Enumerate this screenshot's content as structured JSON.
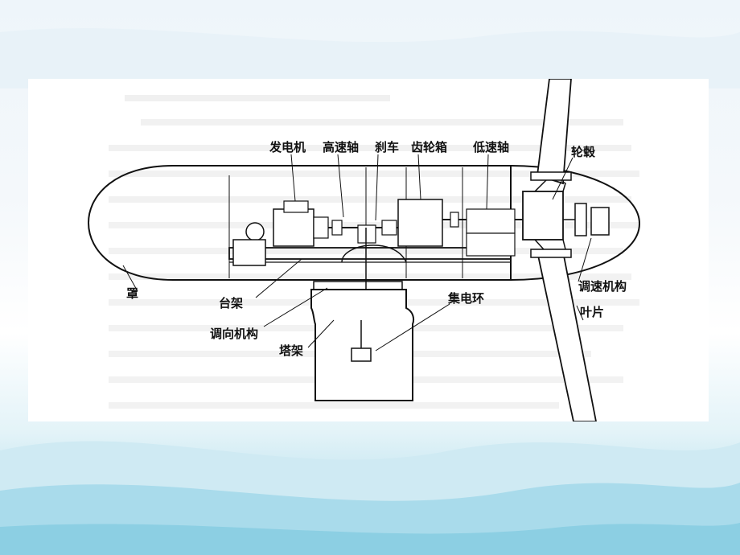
{
  "slide": {
    "accent_colors": {
      "wave_light": "#cfeaf3",
      "wave_dark": "#8ccfe3",
      "line": "#111111"
    }
  },
  "diagram": {
    "labels": {
      "generator": "发电机",
      "high_speed_shaft": "高速轴",
      "brake": "刹车",
      "gearbox": "齿轮箱",
      "low_speed_shaft": "低速轴",
      "hub": "轮毂",
      "cover": "罩",
      "bedplate": "台架",
      "yaw_mechanism": "调向机构",
      "tower": "塔架",
      "slip_ring": "集电环",
      "speed_regulator": "调速机构",
      "blade": "叶片"
    }
  }
}
